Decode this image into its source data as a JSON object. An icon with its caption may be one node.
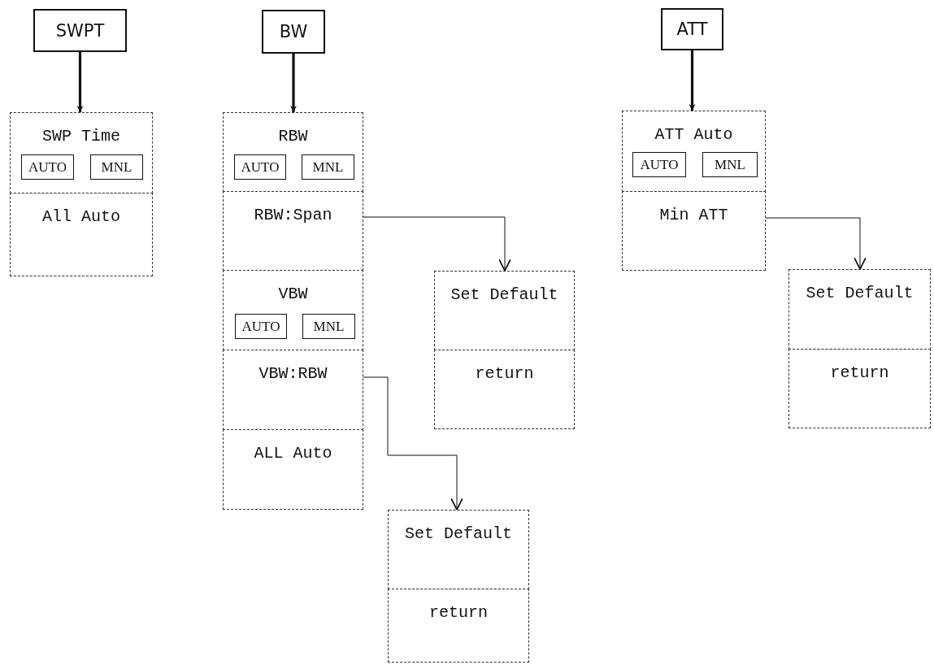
{
  "diagram": {
    "nodes": [
      {
        "text": [
          "SWPT"
        ]
      },
      {
        "text": [
          "SWP Time"
        ]
      },
      {
        "text": [
          "AUTO"
        ],
        "in": 1
      },
      {
        "text": [
          "MNL"
        ],
        "in": 1
      },
      {
        "text": [
          "All Auto"
        ]
      },
      {
        "text": [
          "BW"
        ]
      },
      {
        "text": [
          "RBW"
        ]
      },
      {
        "text": [
          "AUTO"
        ],
        "in": 6
      },
      {
        "text": [
          "MNL"
        ],
        "in": 6
      },
      {
        "text": [
          "RBW:Span"
        ]
      },
      {
        "text": [
          "VBW"
        ]
      },
      {
        "text": [
          "AUTO"
        ],
        "in": 10
      },
      {
        "text": [
          "MNL"
        ],
        "in": 10
      },
      {
        "text": [
          "VBW:RBW"
        ]
      },
      {
        "text": [
          "ALL Auto"
        ]
      },
      {
        "text": [
          "Set Default"
        ]
      },
      {
        "text": [
          "return"
        ]
      },
      {
        "text": [
          "Set Default"
        ]
      },
      {
        "text": [
          "return"
        ]
      },
      {
        "text": [
          "ATT"
        ]
      },
      {
        "text": [
          "ATT Auto"
        ]
      },
      {
        "text": [
          "AUTO"
        ],
        "in": 20
      },
      {
        "text": [
          "MNL"
        ],
        "in": 20
      },
      {
        "text": [
          "Min ATT"
        ]
      },
      {
        "text": [
          "Set Default"
        ]
      },
      {
        "text": [
          "return"
        ]
      }
    ],
    "edges": [
      {
        "from": 0,
        "to": 1,
        "arrow": "to",
        "style": "thick"
      },
      {
        "from": 5,
        "to": 6,
        "arrow": "to",
        "style": "thick"
      },
      {
        "from": 9,
        "to": 15,
        "arrow": "to"
      },
      {
        "from": 13,
        "to": 17,
        "arrow": "to"
      },
      {
        "from": 19,
        "to": 20,
        "arrow": "to",
        "style": "thick"
      },
      {
        "from": 23,
        "to": 24,
        "arrow": "to"
      }
    ]
  }
}
